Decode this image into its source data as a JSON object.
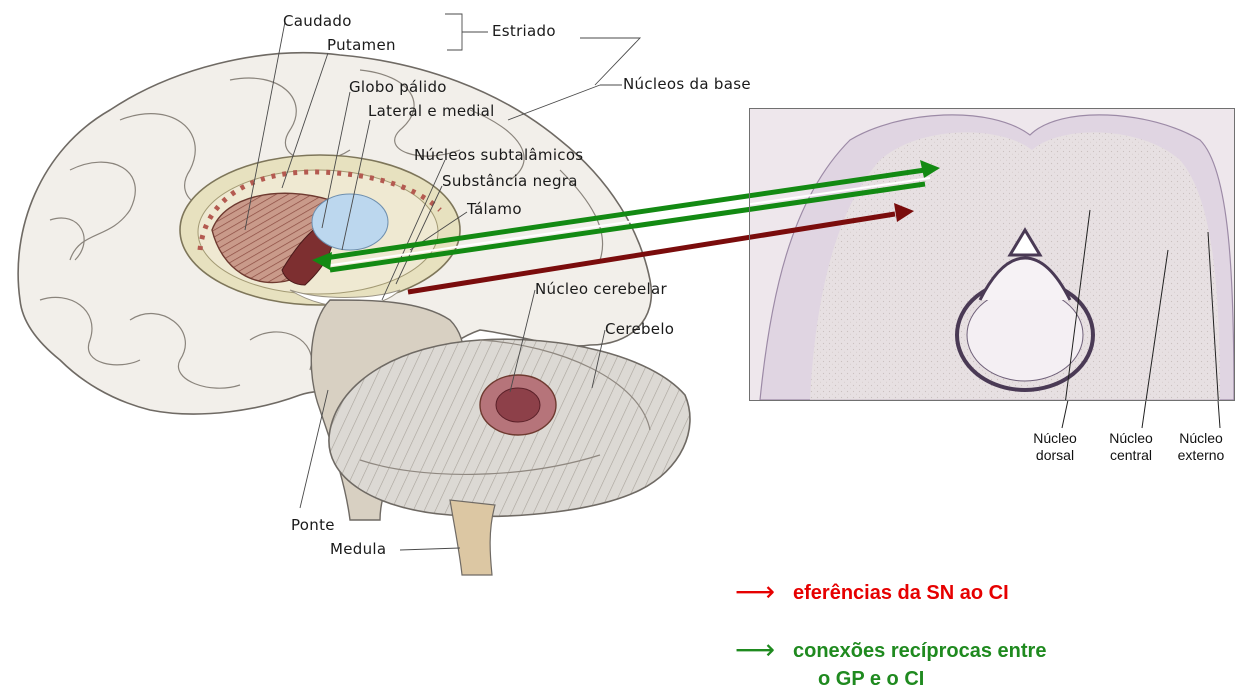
{
  "brain_labels": {
    "caudado": "Caudado",
    "putamen": "Putamen",
    "estriado": "Estriado",
    "nucleos_base": "Núcleos da base",
    "globo_palido": "Globo pálido",
    "lateral_medial": "Lateral e medial",
    "subtalamicos": "Núcleos subtalâmicos",
    "substancia_negra": "Substância negra",
    "talamo": "Tálamo",
    "nucleo_cerebelar": "Núcleo cerebelar",
    "cerebelo": "Cerebelo",
    "ponte": "Ponte",
    "medula": "Medula"
  },
  "nuclei": {
    "dorsal": {
      "line1": "Núcleo",
      "line2": "dorsal"
    },
    "central": {
      "line1": "Núcleo",
      "line2": "central"
    },
    "externo": {
      "line1": "Núcleo",
      "line2": "externo"
    }
  },
  "legend": {
    "arrow_glyph": "⟶",
    "efferent_text": "eferências da SN ao CI",
    "reciprocal_line1": "conexões recíprocas entre",
    "reciprocal_line2": "o GP e o CI"
  },
  "colors": {
    "efferent_arrow": "#7a0c0c",
    "reciprocal_arrow": "#138a13",
    "legend_red": "#e60000",
    "legend_green": "#1f8a1f"
  }
}
